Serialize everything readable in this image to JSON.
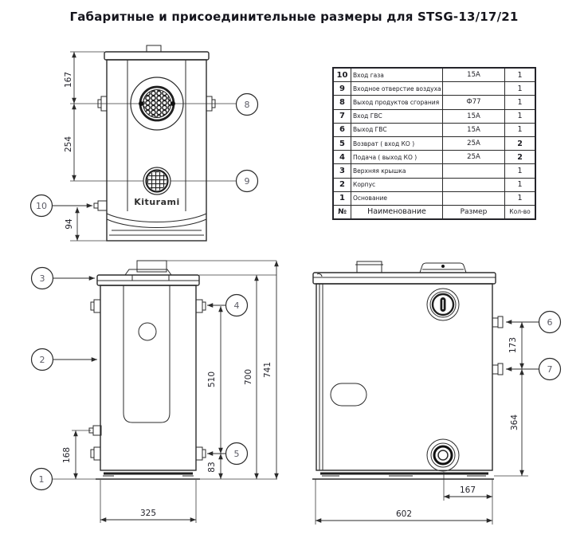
{
  "title": "Габаритные и присоединительные размеры для STSG-13/17/21",
  "brand_logo": "Kiturami",
  "parts_table": {
    "col_headers": {
      "num": "№",
      "name": "Наименование",
      "size": "Размер",
      "qty": "Кол-во"
    },
    "rows": [
      {
        "num": "10",
        "name": "Вход газа",
        "size": "15A",
        "qty": "1"
      },
      {
        "num": "9",
        "name": "Входное отверстие воздуха",
        "size": "",
        "qty": "1"
      },
      {
        "num": "8",
        "name": "Выход продуктов сгорания",
        "size": "Ф77",
        "qty": "1"
      },
      {
        "num": "7",
        "name": "Вход ГВС",
        "size": "15A",
        "qty": "1"
      },
      {
        "num": "6",
        "name": "Выход ГВС",
        "size": "15A",
        "qty": "1"
      },
      {
        "num": "5",
        "name": "Возврат ( вход КО )",
        "size": "25A",
        "qty": "2"
      },
      {
        "num": "4",
        "name": "Подача ( выход КО )",
        "size": "25A",
        "qty": "2"
      },
      {
        "num": "3",
        "name": "Верхняя крышка",
        "size": "",
        "qty": "1"
      },
      {
        "num": "2",
        "name": "Корпус",
        "size": "",
        "qty": "1"
      },
      {
        "num": "1",
        "name": "Основание",
        "size": "",
        "qty": "1"
      }
    ]
  },
  "views": {
    "front_top": {
      "dims": {
        "h167": "167",
        "h254": "254",
        "h94": "94"
      },
      "callouts": {
        "c8": "8",
        "c9": "9",
        "c10": "10"
      }
    },
    "front": {
      "dims": {
        "h741": "741",
        "h700": "700",
        "h510": "510",
        "h168": "168",
        "h83": "83",
        "w325": "325"
      },
      "callouts": {
        "c1": "1",
        "c2": "2",
        "c3": "3",
        "c4": "4",
        "c5": "5"
      }
    },
    "side": {
      "dims": {
        "h173": "173",
        "h364": "364",
        "w167": "167",
        "w602": "602"
      },
      "callouts": {
        "c6": "6",
        "c7": "7"
      }
    }
  },
  "colors": {
    "line": "#2b2b2b",
    "text": "#1c1c22",
    "callout_text": "#5c5c66",
    "background": "#ffffff"
  }
}
